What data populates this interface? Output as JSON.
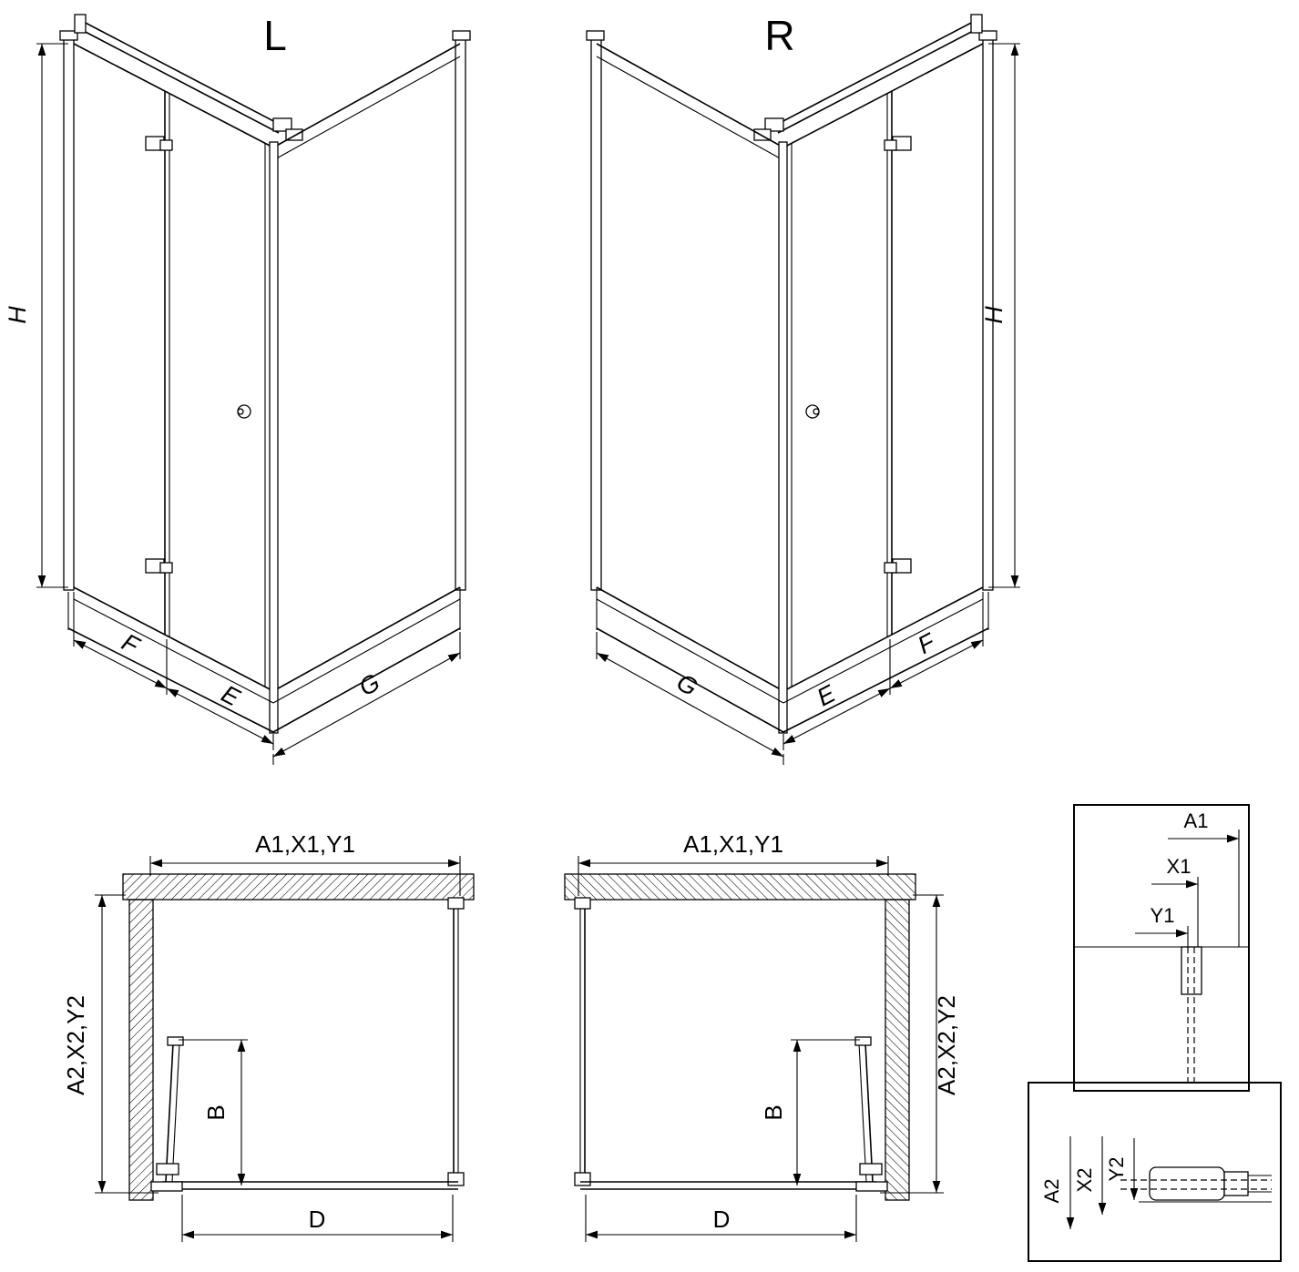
{
  "diagram": {
    "iso_left": {
      "variant": "L",
      "dim_height": "H",
      "dim_front": "F",
      "dim_door": "E",
      "dim_side": "G"
    },
    "iso_right": {
      "variant": "R",
      "dim_height": "H",
      "dim_front": "F",
      "dim_door": "E",
      "dim_side": "G"
    },
    "plan_left": {
      "dim_top": "A1,X1,Y1",
      "dim_side": "A2,X2,Y2",
      "dim_fold": "B",
      "dim_width": "D"
    },
    "plan_right": {
      "dim_top": "A1,X1,Y1",
      "dim_side": "A2,X2,Y2",
      "dim_fold": "B",
      "dim_width": "D"
    },
    "detail_top": {
      "label_a": "A1",
      "label_x": "X1",
      "label_y": "Y1"
    },
    "detail_bottom": {
      "label_a": "A2",
      "label_x": "X2",
      "label_y": "Y2"
    }
  }
}
